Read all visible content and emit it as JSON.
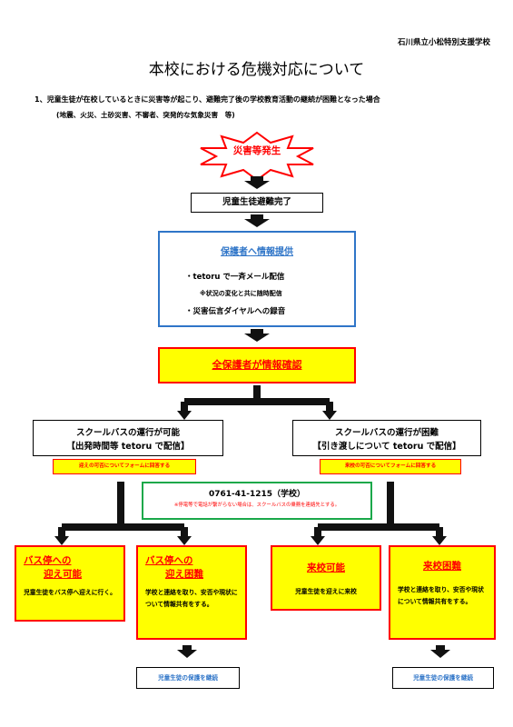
{
  "header": {
    "school": "石川県立小松特別支援学校",
    "title": "本校における危機対応について"
  },
  "section1": {
    "heading": "1、児童生徒が在校しているときに災害等が起こり、避難完了後の学校教育活動の継続が困難となった場合",
    "examples": "(地震、火災、土砂災害、不審者、突発的な気象災害　等)"
  },
  "flow": {
    "disaster": "災害等発生",
    "evacuation": "児童生徒避難完了",
    "info": {
      "title": "保護者へ情報提供",
      "line1": "・tetoru で一斉メール配信",
      "line2": "※状況の変化と共に随時配信",
      "line3": "・災害伝言ダイヤルへの録音"
    },
    "confirm": "全保護者が情報確認",
    "bus_ok": {
      "line1": "スクールバスの運行が可能",
      "line2": "【出発時間等 tetoru で配信】",
      "note": "迎えの可否についてフォームに回答する"
    },
    "bus_ng": {
      "line1": "スクールバスの運行が困難",
      "line2": "【引き渡しについて tetoru で配信】",
      "note": "来校の可否についてフォームに回答する"
    },
    "phone": {
      "number": "0761-41-1215（学校）",
      "note": "※停電等で電話が繋がらない場合は、スクールバスの乗務を連絡先とする。"
    },
    "cards": [
      {
        "title1": "バス停への",
        "title2": "迎え可能",
        "body": "児童生徒をバス停へ迎えに行く。"
      },
      {
        "title1": "バス停への",
        "title2": "迎え困難",
        "body": "学校と連絡を取り、安否や現状について情報共有をする。"
      },
      {
        "title1": "来校可能",
        "title2": "",
        "body": "児童生徒を迎えに来校"
      },
      {
        "title1": "来校困難",
        "title2": "",
        "body": "学校と連絡を取り、安否や現状について情報共有をする。"
      }
    ],
    "continue_label": "児童生徒の保護を継続"
  },
  "colors": {
    "red": "#ff0000",
    "yellow": "#ffff00",
    "blue": "#2f75c8",
    "green": "#1aa84a"
  }
}
